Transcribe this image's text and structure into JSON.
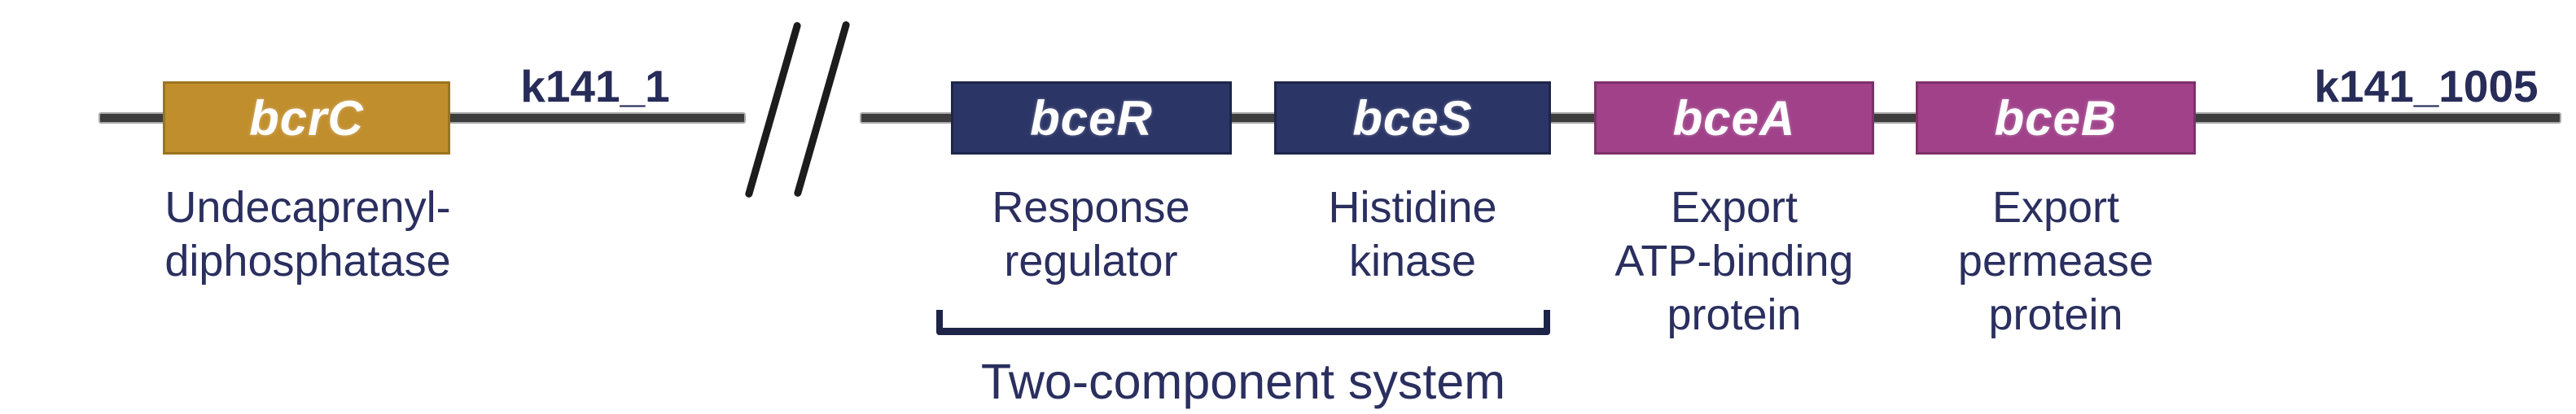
{
  "diagram_type": "gene-cluster-map",
  "contigs": [
    {
      "id": "k141_1"
    },
    {
      "id": "k141_1005"
    }
  ],
  "genes": [
    {
      "name": "bcrC",
      "product": "Undecaprenyl-diphosphatase",
      "fill": "#C18E2E",
      "stroke": "#9C741F"
    },
    {
      "name": "bceR",
      "product": "Response\nregulator",
      "fill": "#2B3566",
      "stroke": "#1D2649"
    },
    {
      "name": "bceS",
      "product": "Histidine\nkinase",
      "fill": "#2B3566",
      "stroke": "#1D2649"
    },
    {
      "name": "bceA",
      "product": "Export\nATP-binding\nprotein",
      "fill": "#A0418A",
      "stroke": "#7E3069"
    },
    {
      "name": "bceB",
      "product": "Export\npermease\nprotein",
      "fill": "#A0418A",
      "stroke": "#7E3069"
    }
  ],
  "annotations": {
    "two_component_system": "Two-component system",
    "break_marker": "//"
  },
  "colors": {
    "backbone": "#3D3D3D",
    "backbone_edge": "#A9A9A9",
    "slash": "#1C1C1C",
    "label_text": "#2A2F5F",
    "contig_text": "#272C58",
    "bracket": "#1E2447",
    "gene_text": "#FFFFFF"
  }
}
